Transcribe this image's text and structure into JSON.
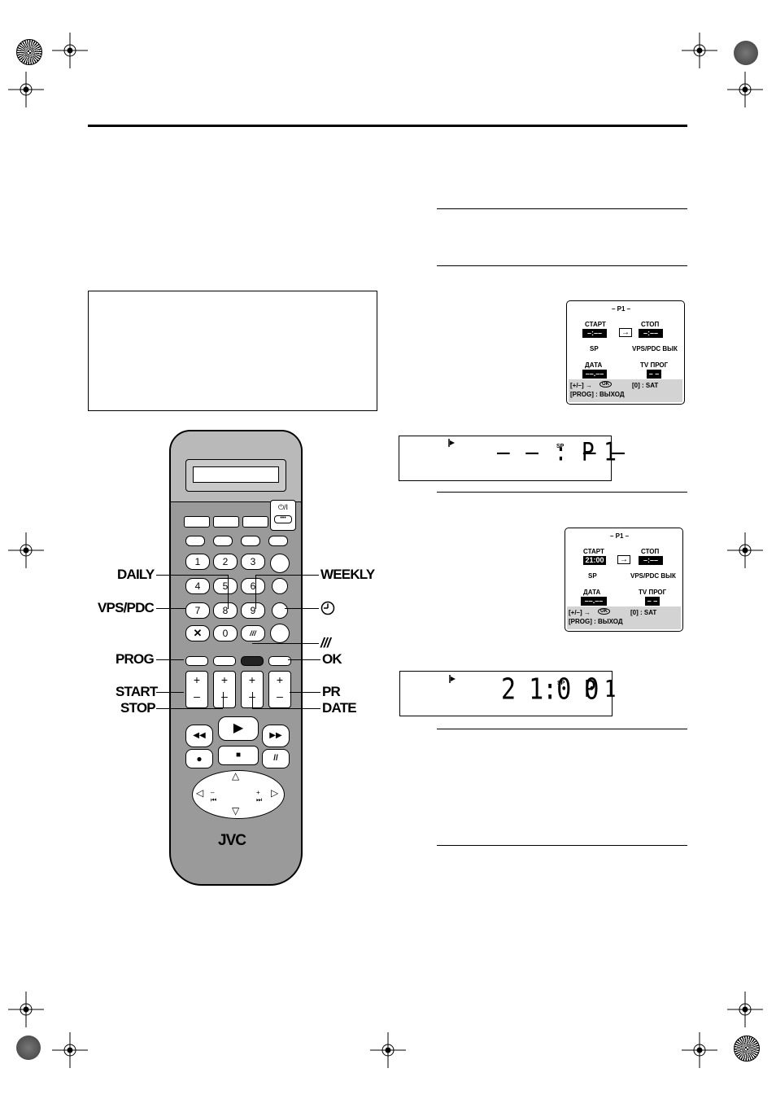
{
  "remote": {
    "brand": "JVC",
    "numbers": [
      "1",
      "2",
      "3",
      "4",
      "5",
      "6",
      "7",
      "8",
      "9",
      "0"
    ],
    "power_label": "⏻/I"
  },
  "callouts": {
    "daily": "DAILY",
    "weekly": "WEEKLY",
    "vps_pdc": "VPS/PDC",
    "prog": "PROG",
    "ok": "OK",
    "start": "START",
    "stop": "STOP",
    "pr": "PR",
    "date": "DATE"
  },
  "osd_1": {
    "title": "– P1 –",
    "start_label": "СТАРТ",
    "start_value": "–:––",
    "stop_label": "СТОП",
    "stop_value": "–:––",
    "mode": "SP",
    "vps": "VPS/PDC ВЫК",
    "date_label": "ДАТА",
    "date_value": "––.––",
    "tv_label": "TV ПРОГ",
    "tv_value": "– –",
    "footer_left": "[+/–]  →",
    "footer_ok": "OK",
    "footer_right": "[0] : SAT",
    "footer_exit": "[PROG] : ВЫХОД"
  },
  "osd_2": {
    "title": "– P1 –",
    "start_label": "СТАРТ",
    "start_value": "21:00",
    "stop_label": "СТОП",
    "stop_value": "–:––",
    "mode": "SP",
    "vps": "VPS/PDC ВЫК",
    "date_label": "ДАТА",
    "date_value": "––.––",
    "tv_label": "TV ПРОГ",
    "tv_value": "– –",
    "footer_left": "[+/–]  →",
    "footer_ok": "OK",
    "footer_right": "[0] : SAT",
    "footer_exit": "[PROG] : ВЫХОД"
  },
  "display_1": {
    "mode": "SP",
    "time": "– – : – –",
    "program": "P 1"
  },
  "display_2": {
    "mode": "SP",
    "time": "2 1:0 0",
    "program": "P 1"
  }
}
